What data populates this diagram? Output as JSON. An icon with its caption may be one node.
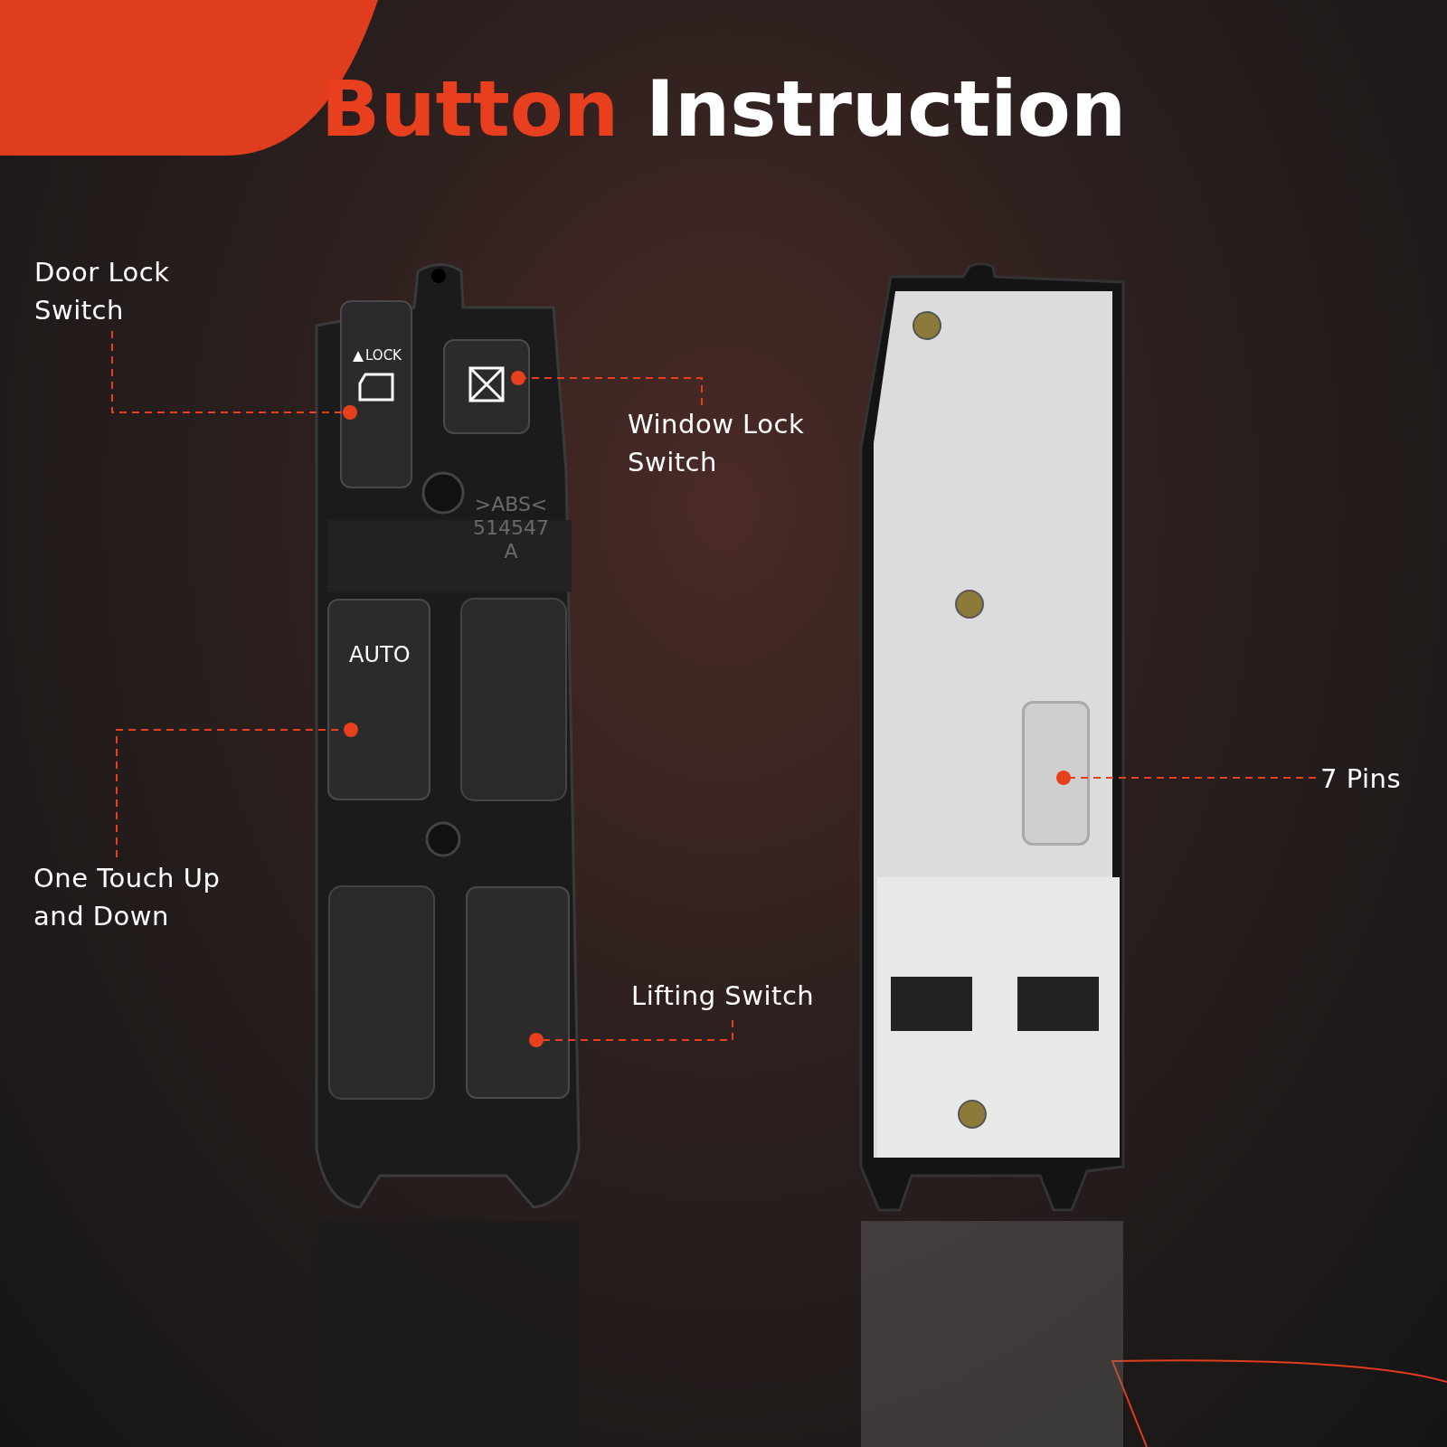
{
  "diagram": {
    "title": "Button Instruction",
    "nodes": [
      {
        "text": [
          "Door Lock Switch"
        ]
      },
      {
        "text": [
          "LOCK"
        ]
      },
      {
        "text": [
          "Window Lock Switch"
        ]
      },
      {
        "text": [],
        "shape": "box"
      },
      {
        "text": [
          "One Touch Up and Down"
        ]
      },
      {
        "text": [
          "AUTO"
        ]
      },
      {
        "text": [
          "Lifting Switch"
        ]
      },
      {
        "text": [],
        "shape": "box"
      },
      {
        "text": [
          "7 Pins"
        ]
      },
      {
        "text": [],
        "shape": "box"
      }
    ],
    "edges": [
      {
        "from": 0,
        "to": 1,
        "arrow": "other",
        "style": "dashed"
      },
      {
        "from": 2,
        "to": 3,
        "arrow": "other",
        "style": "dashed"
      },
      {
        "from": 4,
        "to": 5,
        "arrow": "other",
        "style": "dashed"
      },
      {
        "from": 6,
        "to": 7,
        "arrow": "other",
        "style": "dashed"
      },
      {
        "from": 8,
        "to": 9,
        "arrow": "other",
        "style": "dashed"
      }
    ],
    "labels": [
      ">ABS< 514547 A"
    ]
  }
}
